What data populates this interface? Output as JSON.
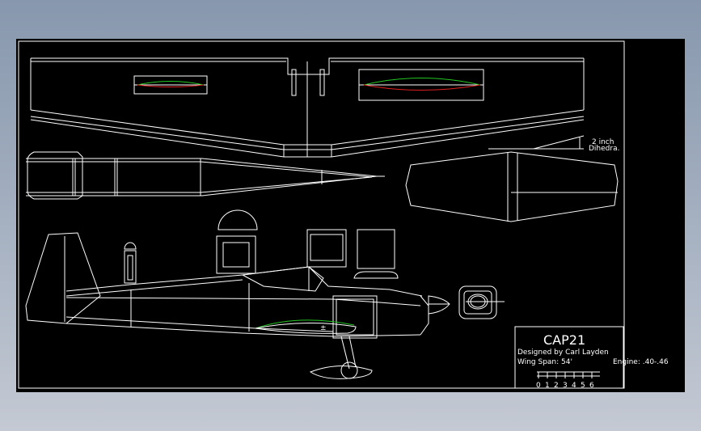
{
  "title_block": {
    "name": "CAP21",
    "designer": "Designed by Carl Layden",
    "wing_span": "Wing Span: 54'",
    "engine": "Engine: .40-.46"
  },
  "dihedral_note": {
    "line1": "2 inch",
    "line2": "Dihedra."
  },
  "scale_bar": {
    "labels": [
      "0",
      "1",
      "2",
      "3",
      "4",
      "5",
      "6"
    ]
  },
  "colors": {
    "background_top": "#8797ad",
    "background_bottom": "#c4c9d3",
    "canvas": "#000000",
    "lines": "#ffffff",
    "airfoil_upper": "#22c622",
    "airfoil_lower": "#e02020"
  }
}
